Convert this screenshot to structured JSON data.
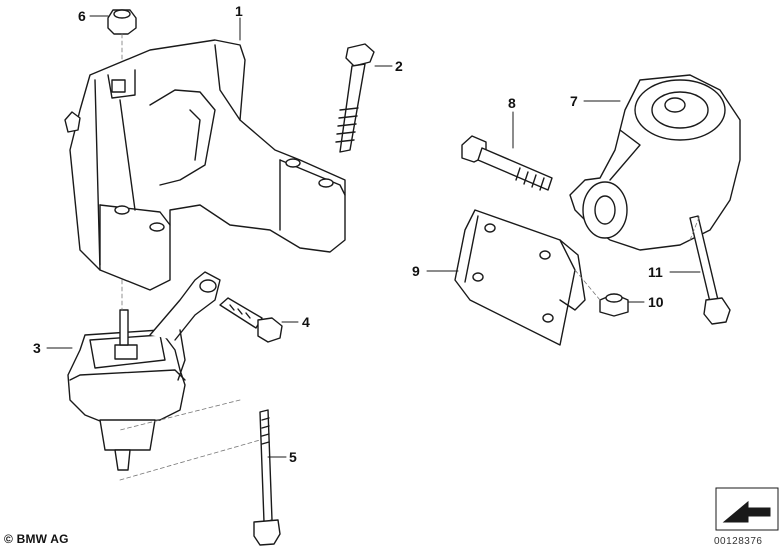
{
  "diagram": {
    "type": "exploded-parts-diagram",
    "callouts": [
      {
        "id": "1",
        "label": "1"
      },
      {
        "id": "2",
        "label": "2"
      },
      {
        "id": "3",
        "label": "3"
      },
      {
        "id": "4",
        "label": "4"
      },
      {
        "id": "5",
        "label": "5"
      },
      {
        "id": "6",
        "label": "6"
      },
      {
        "id": "7",
        "label": "7"
      },
      {
        "id": "8",
        "label": "8"
      },
      {
        "id": "9",
        "label": "9"
      },
      {
        "id": "10",
        "label": "10"
      },
      {
        "id": "11",
        "label": "11"
      }
    ]
  },
  "footer": {
    "copyright": "© BMW AG",
    "doc_number": "00128376"
  },
  "colors": {
    "line": "#1a1a1a",
    "part_fill": "#ffffff",
    "shade": "#e6e6e6"
  }
}
